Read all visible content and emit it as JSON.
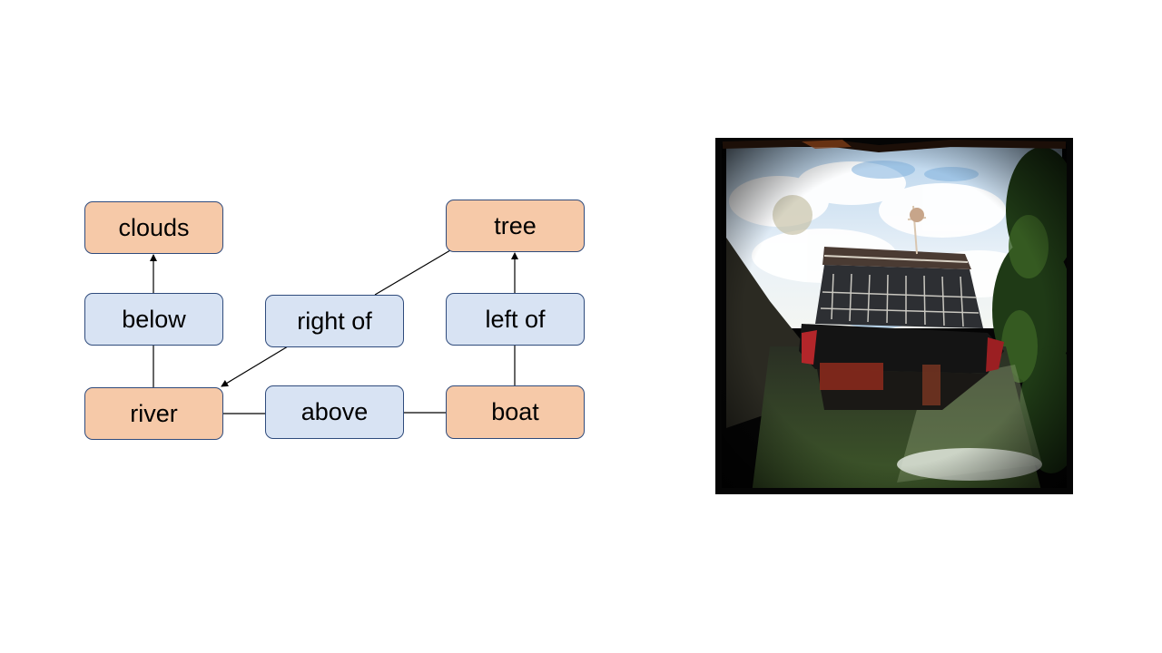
{
  "diagram": {
    "object_nodes": {
      "clouds": "clouds",
      "tree": "tree",
      "river": "river",
      "boat": "boat"
    },
    "relation_nodes": {
      "below": "below",
      "right_of": "right of",
      "left_of": "left of",
      "above": "above"
    },
    "edges": [
      {
        "from": "below",
        "to": "clouds",
        "arrow": true
      },
      {
        "from": "river",
        "to": "below",
        "arrow": false
      },
      {
        "from": "tree",
        "to": "right of",
        "arrow": false
      },
      {
        "from": "right of",
        "to": "river",
        "arrow": true
      },
      {
        "from": "boat",
        "to": "left of",
        "arrow": false
      },
      {
        "from": "left of",
        "to": "tree",
        "arrow": true
      },
      {
        "from": "river",
        "to": "above",
        "arrow": false
      },
      {
        "from": "above",
        "to": "boat",
        "arrow": false
      }
    ]
  },
  "colors": {
    "object_fill": "#f6c9a8",
    "relation_fill": "#d8e3f3",
    "node_border": "#2f4b7c",
    "edge": "#000000"
  }
}
